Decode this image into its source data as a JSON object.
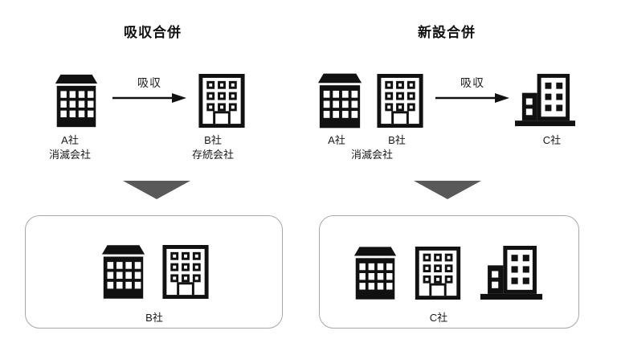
{
  "absorption": {
    "title": "吸収合併",
    "arrow_label": "吸収",
    "company_a": {
      "name": "A社",
      "role": "消滅会社"
    },
    "company_b": {
      "name": "B社",
      "role": "存続会社"
    },
    "result": {
      "name": "B社"
    }
  },
  "consolidation": {
    "title": "新設合併",
    "arrow_label": "吸収",
    "company_a": {
      "name": "A社"
    },
    "company_b": {
      "name": "B社"
    },
    "companies_role": "消滅会社",
    "company_c": {
      "name": "C社"
    },
    "result": {
      "name": "C社"
    }
  },
  "icons": {
    "filled_building": "building-filled-icon",
    "outlined_building": "building-outlined-icon",
    "two_tower_building": "building-two-tower-icon",
    "merge_arrow": "arrow-right-icon",
    "down_triangle": "triangle-down-icon"
  },
  "colors": {
    "building_black": "#111111",
    "triangle_gray": "#595959",
    "box_border": "#a8a8a8",
    "background": "#ffffff",
    "text": "#1a1a1a"
  }
}
